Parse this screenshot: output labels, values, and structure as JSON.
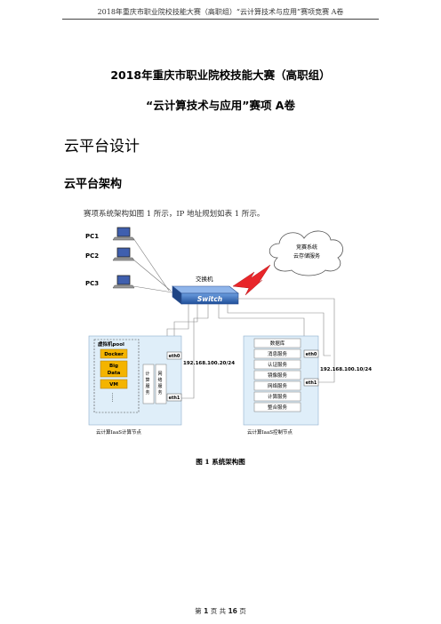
{
  "header": {
    "text": "2018年重庆市职业院校技能大赛（高职组）“云计算技术与应用”赛项竞赛 A卷"
  },
  "title": {
    "line1": "2018年重庆市职业院校技能大赛（高职组）",
    "line2": "“云计算技术与应用”赛项  A卷"
  },
  "section": {
    "h1": "云平台设计",
    "h2": "云平台架构"
  },
  "intro": "赛项系统架构如图 1 所示，IP 地址规划如表 1 所示。",
  "diagram": {
    "pcs": [
      "PC1",
      "PC2",
      "PC3"
    ],
    "switch_label": "交换机",
    "switch_text": "Switch",
    "cloud": {
      "line1": "竞赛系统",
      "line2": "云存储服务"
    },
    "compute": {
      "pool_title": "虚拟机pool",
      "vm_items": [
        "Docker",
        "Big\nData",
        "VM"
      ],
      "ellipsis": "……",
      "svc1": "计\n算\n服\n务",
      "svc2": "网\n络\n服\n务",
      "eth0": "eth0",
      "eth1": "eth1",
      "ip": "192.168.100.20/24",
      "node_label": "云计算IaaS计算节点"
    },
    "control": {
      "services": [
        "数据库",
        "消息服务",
        "认证服务",
        "镜像服务",
        "网络服务",
        "计算服务",
        "整合服务"
      ],
      "eth0": "eth0",
      "eth1": "eth1",
      "ip": "192.168.100.10/24",
      "node_label": "云计算IaaS控制节点"
    },
    "colors": {
      "node_bg": "#dfeef9",
      "vm_orange": "#f4b400",
      "switch_blue": "#2f66b3",
      "bolt": "#e8262a"
    }
  },
  "caption": "图 1  系统架构图",
  "footer": {
    "prefix": "第",
    "page": "1",
    "middle": "页  共",
    "total": "16",
    "suffix": "页"
  }
}
